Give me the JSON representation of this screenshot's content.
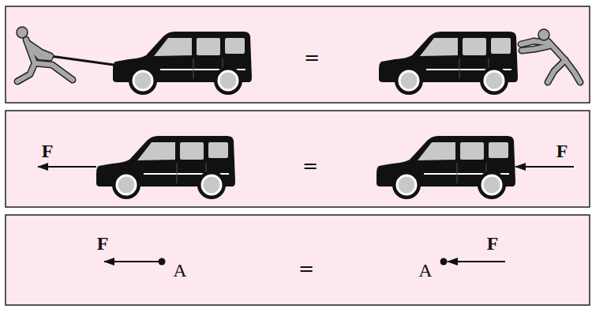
{
  "diagram": {
    "labels": [
      "=",
      "F",
      "=",
      "F",
      "F",
      "A",
      "=",
      "A",
      "F"
    ]
  }
}
